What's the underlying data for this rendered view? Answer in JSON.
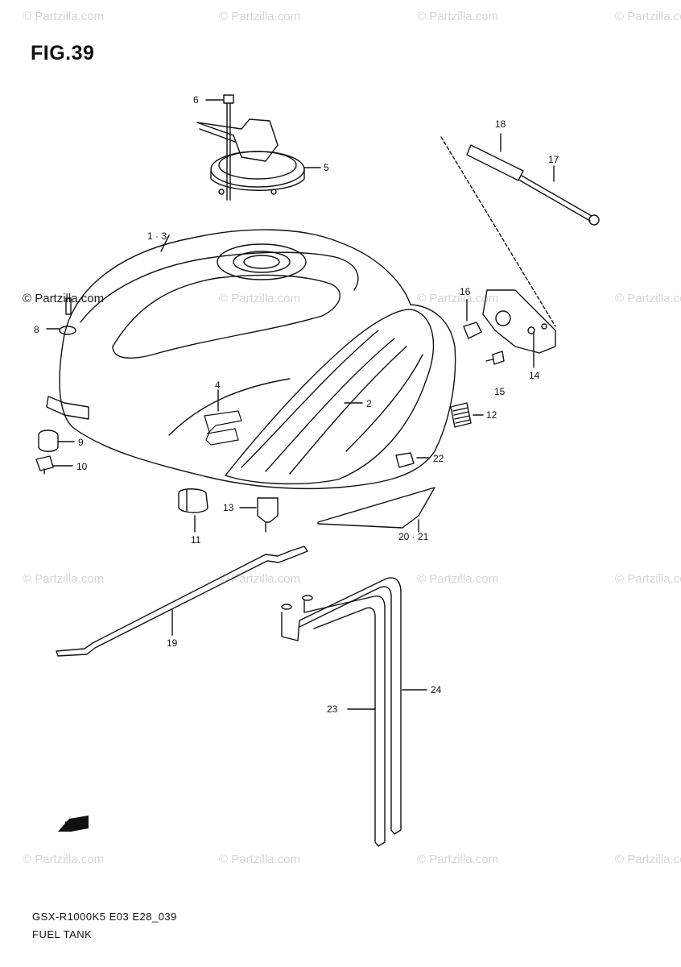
{
  "figure": {
    "title": "FIG.39"
  },
  "footer": {
    "code": "GSX-R1000K5 E03 E28_039",
    "name": "FUEL TANK"
  },
  "watermark": {
    "text": "© Partzilla.com",
    "color": "#d6d6d6"
  },
  "fwd_label": "FWD",
  "callouts": {
    "c1_3": "1 · 3",
    "c2": "2",
    "c4": "4",
    "c5": "5",
    "c6": "6",
    "c8": "8",
    "c9": "9",
    "c10": "10",
    "c11": "11",
    "c12": "12",
    "c13": "13",
    "c14": "14",
    "c15": "15",
    "c16": "16",
    "c17": "17",
    "c18": "18",
    "c19": "19",
    "c20_21": "20 · 21",
    "c22": "22",
    "c23": "23",
    "c24": "24"
  }
}
